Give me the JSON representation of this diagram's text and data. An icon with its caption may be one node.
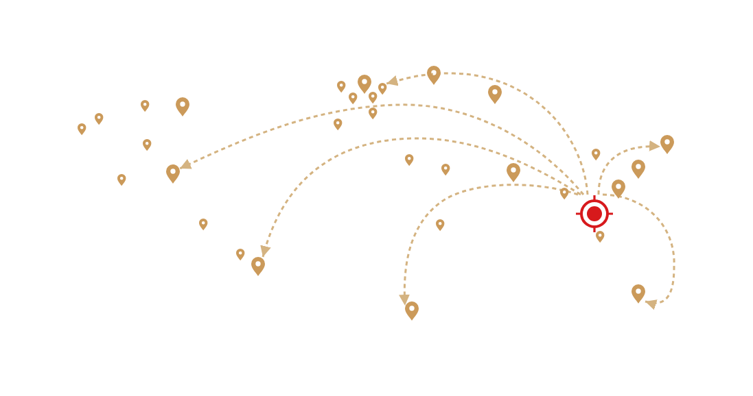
{
  "diagram": {
    "nodes": [
      {
        "text": [],
        "shape": "pin"
      },
      {
        "text": [],
        "shape": "pin"
      },
      {
        "text": [],
        "shape": "pin"
      },
      {
        "text": [],
        "shape": "pin"
      },
      {
        "text": [],
        "shape": "pin"
      },
      {
        "text": [],
        "shape": "pin"
      },
      {
        "text": [],
        "shape": "pin"
      },
      {
        "text": [],
        "shape": "pin"
      },
      {
        "text": [],
        "shape": "pin"
      },
      {
        "text": [],
        "shape": "pin"
      },
      {
        "text": [],
        "shape": "pin"
      },
      {
        "text": [],
        "shape": "pin"
      },
      {
        "text": [],
        "shape": "pin"
      },
      {
        "text": [],
        "shape": "pin"
      },
      {
        "text": [],
        "shape": "pin"
      },
      {
        "text": [],
        "shape": "pin"
      },
      {
        "text": [],
        "shape": "pin"
      },
      {
        "text": [],
        "shape": "pin"
      },
      {
        "text": [],
        "shape": "pin"
      },
      {
        "text": [],
        "shape": "pin"
      },
      {
        "text": [],
        "shape": "pin"
      },
      {
        "text": [],
        "shape": "pin"
      },
      {
        "text": [],
        "shape": "pin"
      },
      {
        "text": [],
        "shape": "pin"
      },
      {
        "text": [],
        "shape": "target"
      },
      {
        "text": [],
        "shape": "pin"
      },
      {
        "text": [],
        "shape": "pin"
      },
      {
        "text": [],
        "shape": "pin"
      },
      {
        "text": [],
        "shape": "pin"
      },
      {
        "text": [],
        "shape": "pin"
      },
      {
        "text": [],
        "shape": "pin"
      },
      {
        "text": [],
        "shape": "pin"
      }
    ],
    "edges": [
      {
        "from": 24,
        "to": 3,
        "arrow": "to",
        "style": "dashed"
      },
      {
        "from": 24,
        "to": 20,
        "arrow": "to",
        "style": "dashed"
      },
      {
        "from": 24,
        "to": 29,
        "arrow": "to",
        "style": "dashed"
      },
      {
        "from": 24,
        "to": 31,
        "arrow": "to",
        "style": "dashed"
      },
      {
        "from": 24,
        "to": 13,
        "arrow": "to",
        "style": "dashed"
      },
      {
        "from": 24,
        "to": 30,
        "arrow": "to",
        "style": "dashed"
      }
    ]
  }
}
